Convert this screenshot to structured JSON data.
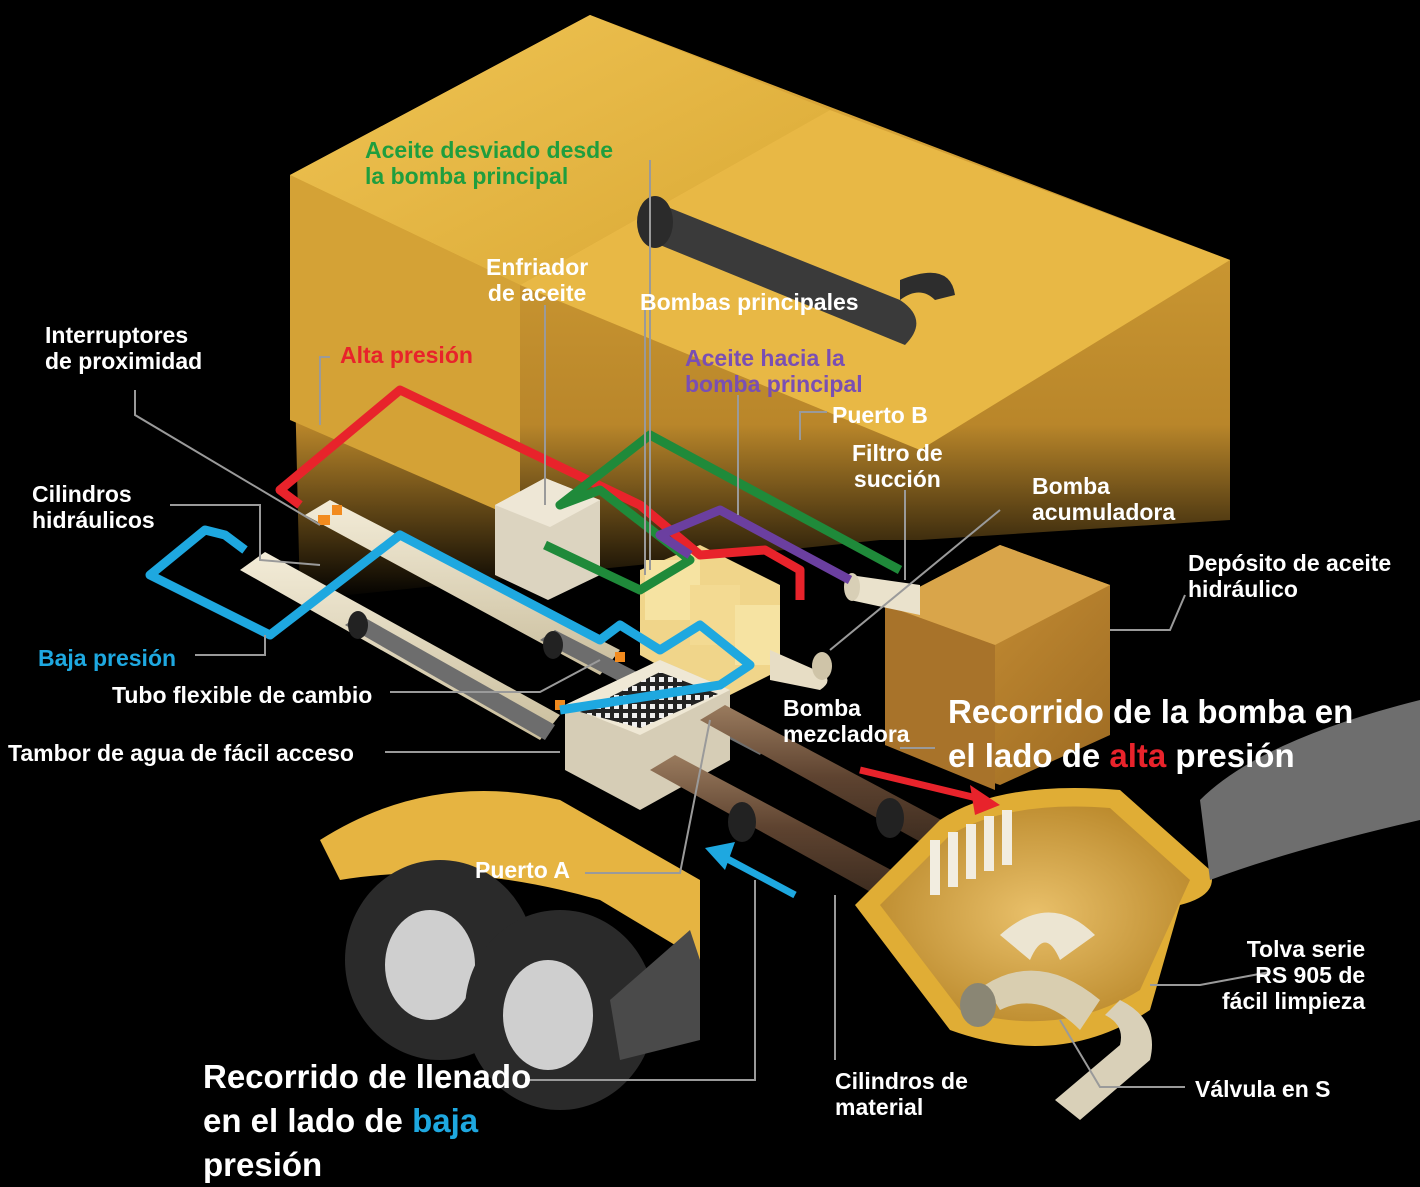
{
  "colors": {
    "high_pressure": "#e8232b",
    "low_pressure": "#1ea8e0",
    "diverted_oil": "#1f8a3a",
    "oil_to_pump": "#6b3fa0",
    "machine_body": "#e6b441",
    "background": "#000000"
  },
  "labels": {
    "diverted_oil": "Aceite desviado desde la bomba principal",
    "diverted_oil_l1": "Aceite desviado desde",
    "diverted_oil_l2": "la bomba principal",
    "oil_cooler_l1": "Enfriador",
    "oil_cooler_l2": "de aceite",
    "main_pumps": "Bombas principales",
    "proximity_switches_l1": "Interruptores",
    "proximity_switches_l2": "de proximidad",
    "high_pressure": "Alta presión",
    "oil_to_main_pump_l1": "Aceite hacia la",
    "oil_to_main_pump_l2": "bomba principal",
    "port_b": "Puerto B",
    "suction_filter_l1": "Filtro de",
    "suction_filter_l2": "succión",
    "accumulator_pump_l1": "Bomba",
    "accumulator_pump_l2": "acumuladora",
    "hydraulic_cylinders_l1": "Cilindros",
    "hydraulic_cylinders_l2": "hidráulicos",
    "hydraulic_oil_tank_l1": "Depósito de aceite",
    "hydraulic_oil_tank_l2": "hidráulico",
    "low_pressure": "Baja presión",
    "shift_hose": "Tubo flexible de cambio",
    "mixer_pump_l1": "Bomba",
    "mixer_pump_l2": "mezcladora",
    "water_box": "Tambor de agua de fácil acceso",
    "port_a": "Puerto A",
    "hopper_l1": "Tolva serie",
    "hopper_l2": "RS 905 de",
    "hopper_l3": "fácil limpieza",
    "material_cylinders_l1": "Cilindros de",
    "material_cylinders_l2": "material",
    "s_valve": "Válvula en S"
  },
  "headline_pump": {
    "line1": "Recorrido de la bomba en",
    "line2_prefix": "el lado de ",
    "line2_highlight": "alta",
    "line2_suffix": " presión"
  },
  "headline_fill": {
    "line1": "Recorrido de llenado",
    "line2_prefix": "en el lado de ",
    "line2_highlight": "baja",
    "line3": "presión"
  }
}
